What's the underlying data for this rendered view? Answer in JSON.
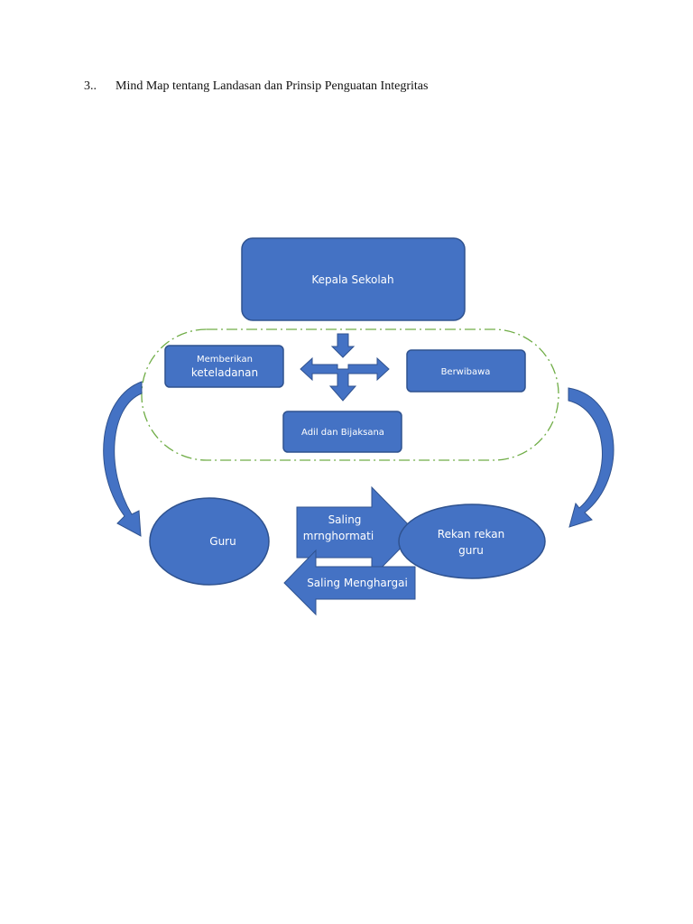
{
  "heading": {
    "number": "3..",
    "title": "Mind Map tentang Landasan dan Prinsip Penguatan Integritas"
  },
  "nodes": {
    "kepala_sekolah": "Kepala Sekolah",
    "keteladanan_line1": "Memberikan",
    "keteladanan_line2": "keteladanan",
    "berwibawa": "Berwibawa",
    "adil": "Adil dan Bijaksana",
    "guru": "Guru",
    "rekan_line1": "Rekan rekan",
    "rekan_line2": "guru"
  },
  "arrows": {
    "saling_menghormati_line1": "Saling",
    "saling_menghormati_line2": "mrnghormati",
    "saling_menghargai": "Saling Menghargai"
  },
  "colors": {
    "fill": "#4472C4",
    "stroke": "#2F528F",
    "dash_outline": "#70AD47",
    "text": "#FFFFFF"
  }
}
